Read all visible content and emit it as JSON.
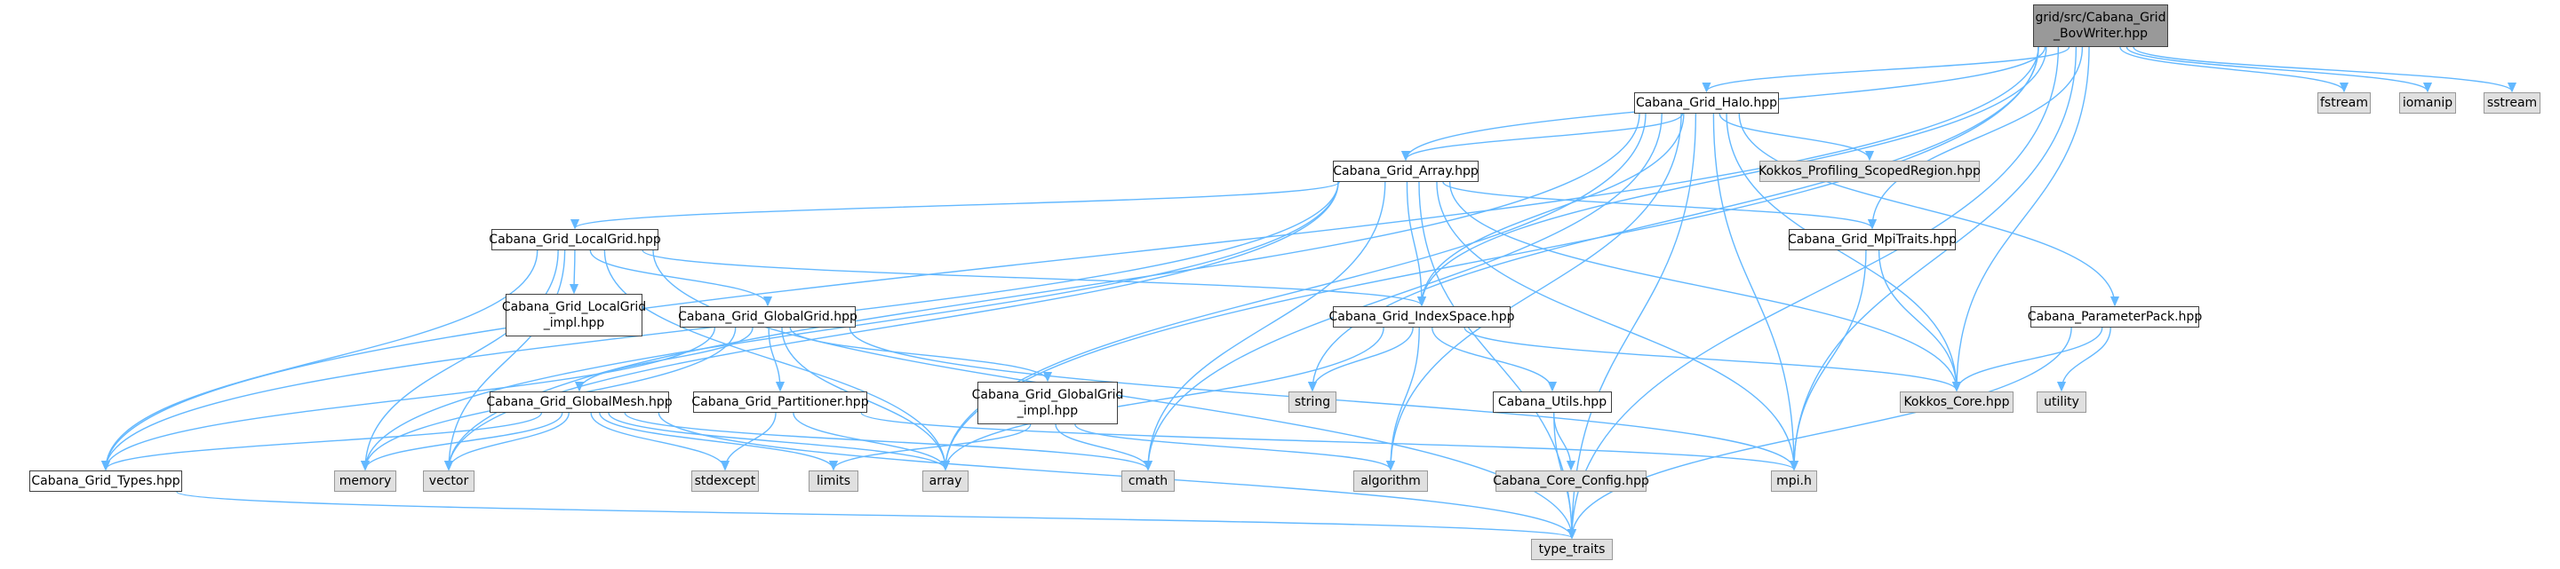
{
  "diagram": {
    "edge_color": "#63b8ff",
    "nodes": {
      "bovwriter": {
        "label": "grid/src/Cabana_Grid\n_BovWriter.hpp",
        "kind": "root"
      },
      "halo": {
        "label": "Cabana_Grid_Halo.hpp",
        "kind": "file"
      },
      "array_hpp": {
        "label": "Cabana_Grid_Array.hpp",
        "kind": "file"
      },
      "localgrid": {
        "label": "Cabana_Grid_LocalGrid.hpp",
        "kind": "file"
      },
      "localgrid_impl": {
        "label": "Cabana_Grid_LocalGrid\n_impl.hpp",
        "kind": "file"
      },
      "globalgrid": {
        "label": "Cabana_Grid_GlobalGrid.hpp",
        "kind": "file"
      },
      "globalmesh": {
        "label": "Cabana_Grid_GlobalMesh.hpp",
        "kind": "file"
      },
      "partitioner": {
        "label": "Cabana_Grid_Partitioner.hpp",
        "kind": "file"
      },
      "globalgrid_impl": {
        "label": "Cabana_Grid_GlobalGrid\n_impl.hpp",
        "kind": "file"
      },
      "indexspace": {
        "label": "Cabana_Grid_IndexSpace.hpp",
        "kind": "file"
      },
      "utils": {
        "label": "Cabana_Utils.hpp",
        "kind": "file"
      },
      "mpitraits": {
        "label": "Cabana_Grid_MpiTraits.hpp",
        "kind": "file"
      },
      "parampack": {
        "label": "Cabana_ParameterPack.hpp",
        "kind": "file"
      },
      "types": {
        "label": "Cabana_Grid_Types.hpp",
        "kind": "file"
      },
      "fstream": {
        "label": "fstream",
        "kind": "system"
      },
      "iomanip": {
        "label": "iomanip",
        "kind": "system"
      },
      "sstream": {
        "label": "sstream",
        "kind": "system"
      },
      "profiling": {
        "label": "Kokkos_Profiling_ScopedRegion.hpp",
        "kind": "system"
      },
      "kokkos_core": {
        "label": "Kokkos_Core.hpp",
        "kind": "system"
      },
      "utility": {
        "label": "utility",
        "kind": "system"
      },
      "string": {
        "label": "string",
        "kind": "system"
      },
      "memory": {
        "label": "memory",
        "kind": "system"
      },
      "vector": {
        "label": "vector",
        "kind": "system"
      },
      "stdexcept": {
        "label": "stdexcept",
        "kind": "system"
      },
      "limits": {
        "label": "limits",
        "kind": "system"
      },
      "array": {
        "label": "array",
        "kind": "system"
      },
      "cmath": {
        "label": "cmath",
        "kind": "system"
      },
      "algorithm": {
        "label": "algorithm",
        "kind": "system"
      },
      "core_config": {
        "label": "Cabana_Core_Config.hpp",
        "kind": "system"
      },
      "mpi": {
        "label": "mpi.h",
        "kind": "system"
      },
      "type_traits": {
        "label": "type_traits",
        "kind": "system"
      }
    },
    "edges": [
      [
        "bovwriter",
        "halo"
      ],
      [
        "bovwriter",
        "array_hpp"
      ],
      [
        "bovwriter",
        "indexspace"
      ],
      [
        "bovwriter",
        "mpitraits"
      ],
      [
        "bovwriter",
        "kokkos_core"
      ],
      [
        "bovwriter",
        "types"
      ],
      [
        "bovwriter",
        "string"
      ],
      [
        "bovwriter",
        "array"
      ],
      [
        "bovwriter",
        "mpi"
      ],
      [
        "bovwriter",
        "type_traits"
      ],
      [
        "bovwriter",
        "fstream"
      ],
      [
        "bovwriter",
        "iomanip"
      ],
      [
        "bovwriter",
        "sstream"
      ],
      [
        "halo",
        "array_hpp"
      ],
      [
        "halo",
        "indexspace"
      ],
      [
        "halo",
        "parampack"
      ],
      [
        "halo",
        "profiling"
      ],
      [
        "halo",
        "kokkos_core"
      ],
      [
        "halo",
        "mpi"
      ],
      [
        "halo",
        "type_traits"
      ],
      [
        "halo",
        "vector"
      ],
      [
        "halo",
        "array"
      ],
      [
        "halo",
        "cmath"
      ],
      [
        "halo",
        "algorithm"
      ],
      [
        "array_hpp",
        "localgrid"
      ],
      [
        "array_hpp",
        "indexspace"
      ],
      [
        "array_hpp",
        "mpitraits"
      ],
      [
        "array_hpp",
        "types"
      ],
      [
        "array_hpp",
        "kokkos_core"
      ],
      [
        "array_hpp",
        "mpi"
      ],
      [
        "array_hpp",
        "memory"
      ],
      [
        "array_hpp",
        "vector"
      ],
      [
        "array_hpp",
        "cmath"
      ],
      [
        "array_hpp",
        "type_traits"
      ],
      [
        "localgrid",
        "localgrid_impl"
      ],
      [
        "localgrid",
        "globalgrid"
      ],
      [
        "localgrid",
        "indexspace"
      ],
      [
        "localgrid",
        "types"
      ],
      [
        "localgrid",
        "memory"
      ],
      [
        "localgrid",
        "vector"
      ],
      [
        "localgrid",
        "array"
      ],
      [
        "localgrid",
        "type_traits"
      ],
      [
        "globalgrid",
        "globalmesh"
      ],
      [
        "globalgrid",
        "partitioner"
      ],
      [
        "globalgrid",
        "globalgrid_impl"
      ],
      [
        "globalgrid",
        "types"
      ],
      [
        "globalgrid",
        "memory"
      ],
      [
        "globalgrid",
        "array"
      ],
      [
        "globalgrid",
        "mpi"
      ],
      [
        "globalmesh",
        "types"
      ],
      [
        "globalmesh",
        "memory"
      ],
      [
        "globalmesh",
        "vector"
      ],
      [
        "globalmesh",
        "stdexcept"
      ],
      [
        "globalmesh",
        "limits"
      ],
      [
        "globalmesh",
        "array"
      ],
      [
        "globalmesh",
        "cmath"
      ],
      [
        "globalmesh",
        "type_traits"
      ],
      [
        "partitioner",
        "stdexcept"
      ],
      [
        "partitioner",
        "array"
      ],
      [
        "partitioner",
        "mpi"
      ],
      [
        "globalgrid_impl",
        "limits"
      ],
      [
        "globalgrid_impl",
        "cmath"
      ],
      [
        "globalgrid_impl",
        "algorithm"
      ],
      [
        "indexspace",
        "utils"
      ],
      [
        "indexspace",
        "kokkos_core"
      ],
      [
        "indexspace",
        "string"
      ],
      [
        "indexspace",
        "algorithm"
      ],
      [
        "indexspace",
        "array"
      ],
      [
        "utils",
        "core_config"
      ],
      [
        "utils",
        "type_traits"
      ],
      [
        "mpitraits",
        "kokkos_core"
      ],
      [
        "mpitraits",
        "mpi"
      ],
      [
        "parampack",
        "kokkos_core"
      ],
      [
        "parampack",
        "utility"
      ],
      [
        "parampack",
        "type_traits"
      ],
      [
        "types",
        "type_traits"
      ]
    ]
  }
}
